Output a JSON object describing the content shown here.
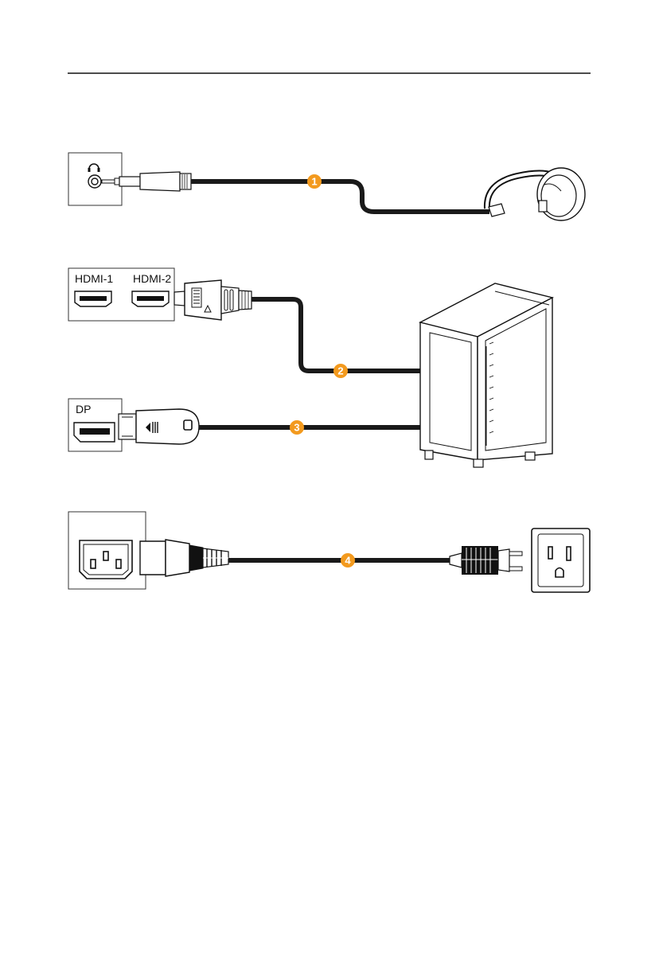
{
  "labels": {
    "hdmi1": "HDMI-1",
    "hdmi2": "HDMI-2",
    "dp": "DP"
  },
  "connections": [
    {
      "number": "1",
      "from": "headphone jack",
      "to": "headphones"
    },
    {
      "number": "2",
      "from": "hdmi port",
      "to": "pc tower"
    },
    {
      "number": "3",
      "from": "displayport",
      "to": "pc tower"
    },
    {
      "number": "4",
      "from": "ac power inlet",
      "to": "wall outlet"
    }
  ],
  "colors": {
    "accent": "#f39a1e",
    "cable": "#1a1a1a",
    "line": "#111111",
    "panel_border": "#333333"
  },
  "icons": {
    "headphone_port": "headphones-icon",
    "dp_logo": "displayport-logo-icon",
    "hdmi_logo": "hdmi-logo-icon"
  }
}
